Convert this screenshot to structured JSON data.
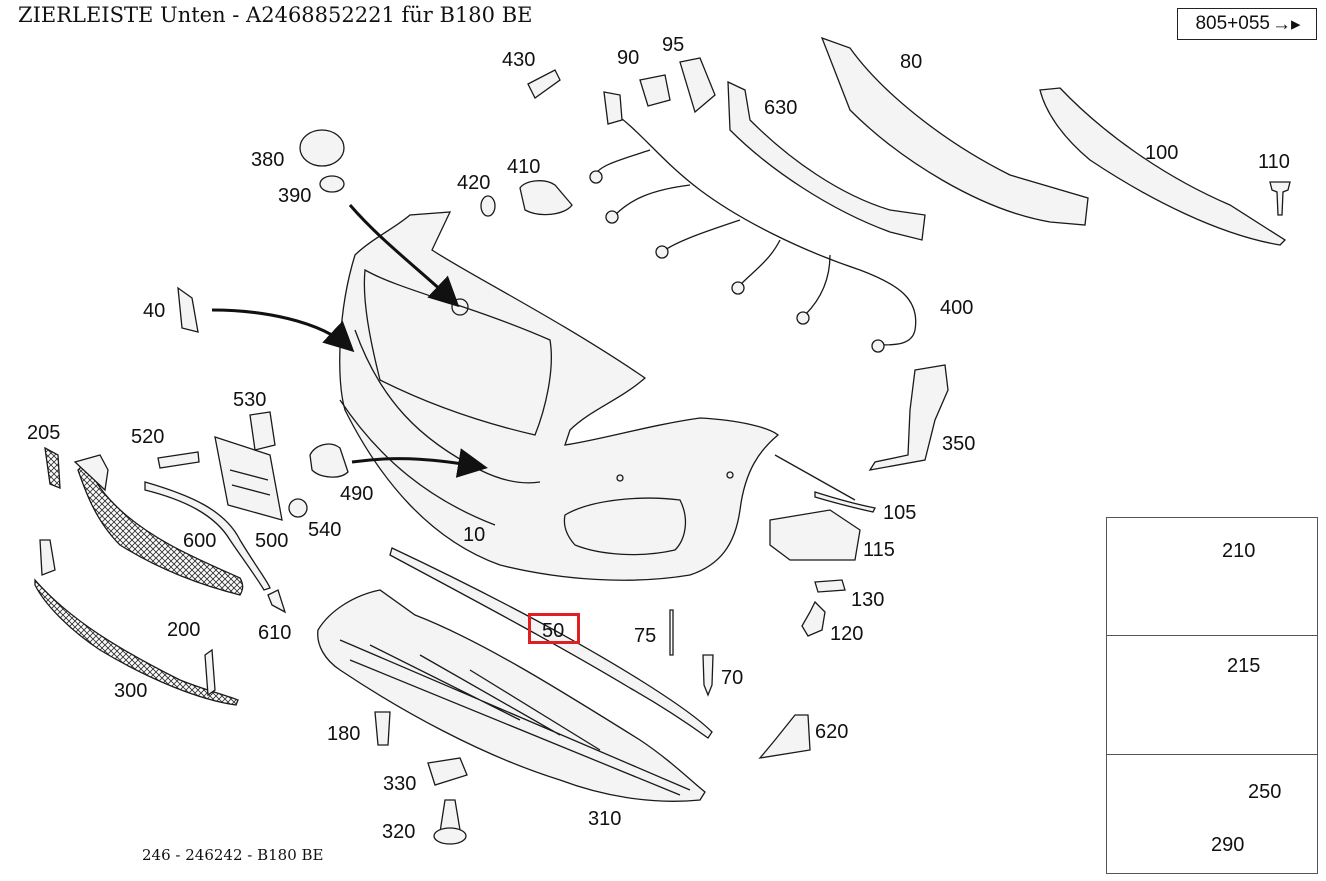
{
  "header": {
    "title": "ZIERLEISTE Unten - A2468852221 für B180 BE",
    "page_ref": "805+055",
    "page_ref_icon": "arrow-right-icon"
  },
  "footer": {
    "model_code": "246 - 246242 - B180 BE"
  },
  "highlight": {
    "part": "50",
    "color": "#e02020"
  },
  "part_labels": {
    "p10": "10",
    "p40": "40",
    "p50": "50",
    "p70": "70",
    "p75": "75",
    "p80": "80",
    "p90": "90",
    "p95": "95",
    "p100": "100",
    "p105": "105",
    "p110": "110",
    "p115": "115",
    "p120": "120",
    "p130": "130",
    "p180": "180",
    "p200": "200",
    "p205": "205",
    "p210": "210",
    "p215": "215",
    "p250": "250",
    "p290": "290",
    "p300": "300",
    "p310": "310",
    "p320": "320",
    "p330": "330",
    "p350": "350",
    "p380": "380",
    "p390": "390",
    "p400": "400",
    "p410": "410",
    "p420": "420",
    "p430": "430",
    "p490": "490",
    "p500": "500",
    "p520": "520",
    "p530": "530",
    "p540": "540",
    "p600": "600",
    "p610": "610",
    "p620": "620",
    "p630": "630"
  }
}
